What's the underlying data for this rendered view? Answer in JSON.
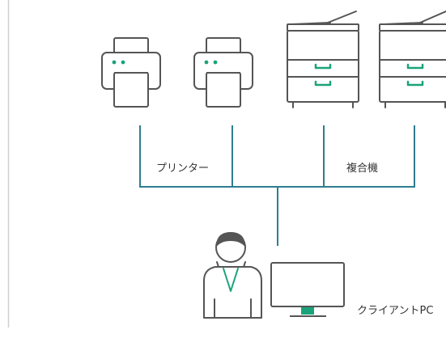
{
  "labels": {
    "printers": "プリンター",
    "multifunction": "複合機",
    "client_pc": "クライアントPC"
  },
  "colors": {
    "outline": "#555555",
    "network": "#2e7d8f",
    "accent": "#1aa37a",
    "frame": "#cfcfcf"
  },
  "icons": [
    "printer-icon",
    "printer-icon",
    "multifunction-printer-icon",
    "multifunction-printer-icon",
    "user-icon",
    "monitor-icon"
  ]
}
